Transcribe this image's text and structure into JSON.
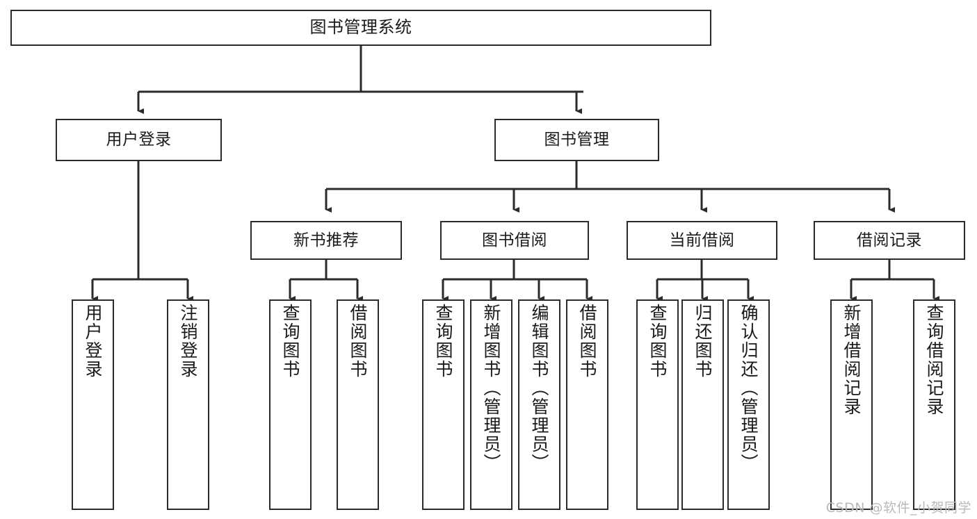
{
  "diagram": {
    "title": "图书管理系统",
    "watermark": "CSDN @软件_小贺同学",
    "line_color": "#2b2b2b",
    "box_fill": "#ffffff",
    "text_color": "#1a1a1a",
    "watermark_color": "#b9b9b9"
  },
  "nodes": {
    "root": {
      "label": "图书管理系统"
    },
    "level1": [
      {
        "label": "用户登录"
      },
      {
        "label": "图书管理"
      }
    ],
    "level2": [
      {
        "label": "新书推荐"
      },
      {
        "label": "图书借阅"
      },
      {
        "label": "当前借阅"
      },
      {
        "label": "借阅记录"
      }
    ],
    "leaves": {
      "user_login": [
        {
          "label": "用户登录"
        },
        {
          "label": "注销登录"
        }
      ],
      "new_book_recommend": [
        {
          "label": "查询图书"
        },
        {
          "label": "借阅图书"
        }
      ],
      "book_borrow": [
        {
          "label": "查询图书"
        },
        {
          "label": "新增图书（管理员）"
        },
        {
          "label": "编辑图书（管理员）"
        },
        {
          "label": "借阅图书"
        }
      ],
      "current_borrow": [
        {
          "label": "查询图书"
        },
        {
          "label": "归还图书"
        },
        {
          "label": "确认归还（管理员）"
        }
      ],
      "borrow_record": [
        {
          "label": "新增借阅记录"
        },
        {
          "label": "查询借阅记录"
        }
      ]
    }
  }
}
